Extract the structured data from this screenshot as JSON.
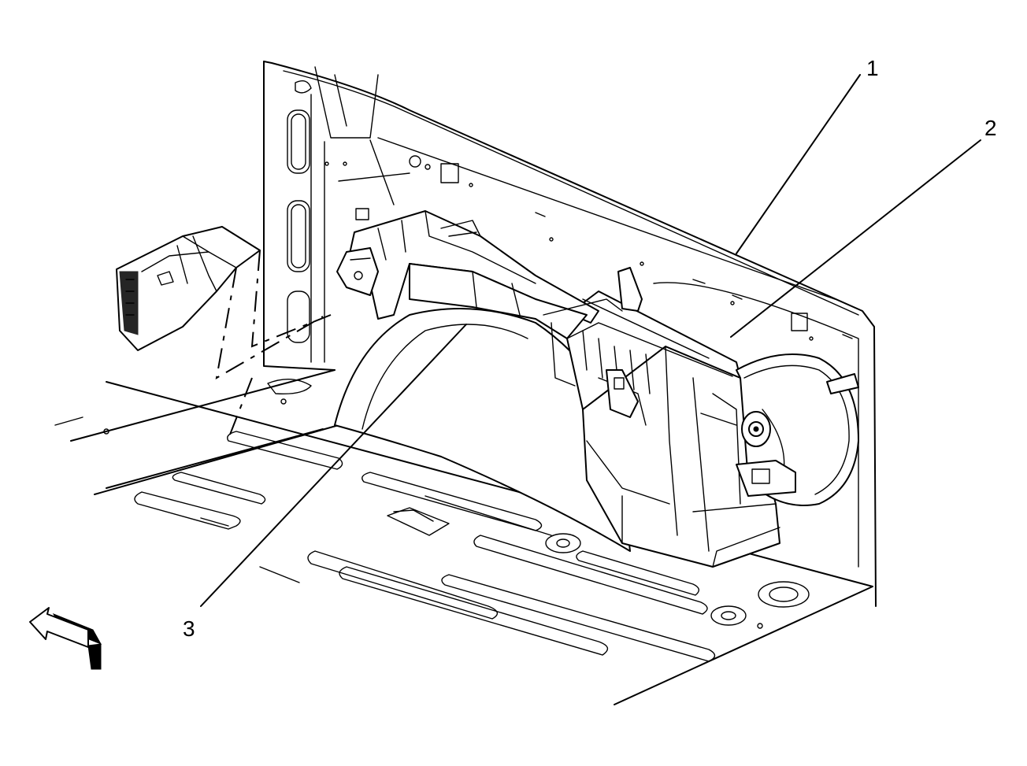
{
  "callouts": [
    {
      "id": "1",
      "text": "1"
    },
    {
      "id": "2",
      "text": "2"
    },
    {
      "id": "3",
      "text": "3"
    }
  ],
  "colors": {
    "ink": "#000000",
    "paper": "#ffffff"
  },
  "icons": {
    "direction_arrow": "front-direction-arrow-icon"
  }
}
